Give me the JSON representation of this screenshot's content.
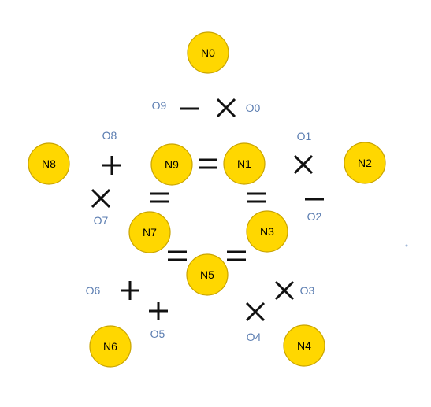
{
  "nodes": [
    {
      "id": "node-n0",
      "label": "N0"
    },
    {
      "id": "node-n1",
      "label": "N1"
    },
    {
      "id": "node-n2",
      "label": "N2"
    },
    {
      "id": "node-n3",
      "label": "N3"
    },
    {
      "id": "node-n4",
      "label": "N4"
    },
    {
      "id": "node-n5",
      "label": "N5"
    },
    {
      "id": "node-n6",
      "label": "N6"
    },
    {
      "id": "node-n7",
      "label": "N7"
    },
    {
      "id": "node-n8",
      "label": "N8"
    },
    {
      "id": "node-n9",
      "label": "N9"
    }
  ],
  "operators": [
    {
      "id": "operator-o0",
      "label": "O0",
      "symbol": "times"
    },
    {
      "id": "operator-o1",
      "label": "O1",
      "symbol": "times"
    },
    {
      "id": "operator-o2",
      "label": "O2",
      "symbol": "minus"
    },
    {
      "id": "operator-o3",
      "label": "O3",
      "symbol": "times"
    },
    {
      "id": "operator-o4",
      "label": "O4",
      "symbol": "times"
    },
    {
      "id": "operator-o5",
      "label": "O5",
      "symbol": "plus"
    },
    {
      "id": "operator-o6",
      "label": "O6",
      "symbol": "plus"
    },
    {
      "id": "operator-o7",
      "label": "O7",
      "symbol": "times"
    },
    {
      "id": "operator-o8",
      "label": "O8",
      "symbol": "plus"
    },
    {
      "id": "operator-o9",
      "label": "O9",
      "symbol": "minus"
    }
  ],
  "equalities": [
    {
      "id": "equals-n9-n1",
      "symbol": "equals"
    },
    {
      "id": "equals-n9-n7",
      "symbol": "equals"
    },
    {
      "id": "equals-n1-n3",
      "symbol": "equals"
    },
    {
      "id": "equals-n7-n5",
      "symbol": "equals"
    },
    {
      "id": "equals-n3-n5",
      "symbol": "equals"
    }
  ],
  "colors": {
    "node_fill": "#FFD700",
    "node_stroke": "#C9A400",
    "operator_label": "#5B7DB1",
    "symbol": "#111111"
  }
}
